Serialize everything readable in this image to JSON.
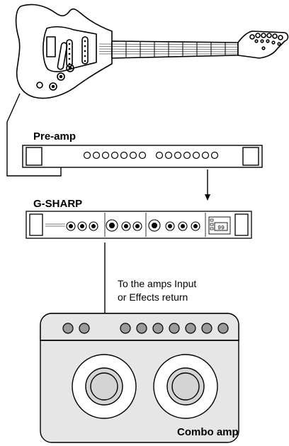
{
  "labels": {
    "preamp": "Pre-amp",
    "gsharp": "G-SHARP",
    "amp_note_line1": "To the amps Input",
    "amp_note_line2": "or Effects return",
    "combo": "Combo amp"
  },
  "gsharp_display": "99",
  "colors": {
    "line": "#000000",
    "panel_fill": "#e6e6e6",
    "speaker_fill": "#d4d4d4",
    "knob_fill": "#9a9a9a",
    "background": "#ffffff"
  },
  "icons": [
    "electric-guitar",
    "preamp-rack-unit",
    "gsharp-rack-unit",
    "combo-amplifier"
  ]
}
